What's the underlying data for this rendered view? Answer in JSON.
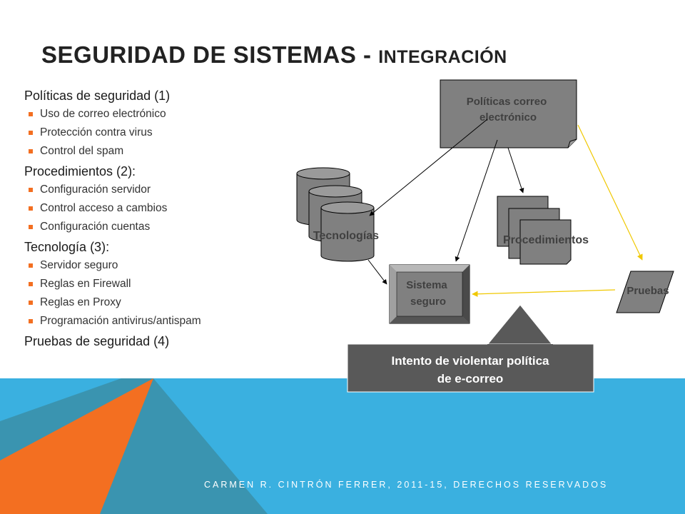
{
  "title": {
    "main": "SEGURIDAD DE SISTEMAS - ",
    "sub": "INTEGRACIÓN"
  },
  "sections": [
    {
      "heading": "Políticas de seguridad (1)",
      "items": [
        "Uso de correo electrónico",
        "Protección contra virus",
        "Control del spam"
      ]
    },
    {
      "heading": "Procedimientos (2):",
      "items": [
        "Configuración servidor",
        "Control acceso a cambios",
        "Configuración cuentas"
      ]
    },
    {
      "heading": "Tecnología (3):",
      "items": [
        "Servidor seguro",
        "Reglas en Firewall",
        "Reglas en Proxy",
        "Programación antivirus/antispam"
      ]
    }
  ],
  "last_heading": "Pruebas de seguridad (4)",
  "diagram": {
    "policy_line1": "Políticas correo",
    "policy_line2": "electrónico",
    "tech_label": "Tecnologías",
    "proc_label": "Procedimientos",
    "system_line1": "Sistema",
    "system_line2": "seguro",
    "tests_label": "Pruebas",
    "callout_line1": "Intento de violentar política",
    "callout_line2": "de e-correo"
  },
  "footer": "CARMEN R. CINTRÓN FERRER, 2011-15, DERECHOS RESERVADOS",
  "colors": {
    "orange": "#f36f21",
    "blue": "#3ab0e0",
    "teal": "#3a94b0",
    "shape_gray": "#808080",
    "callout_gray": "#595959",
    "yellow_arrow": "#f0c800"
  }
}
